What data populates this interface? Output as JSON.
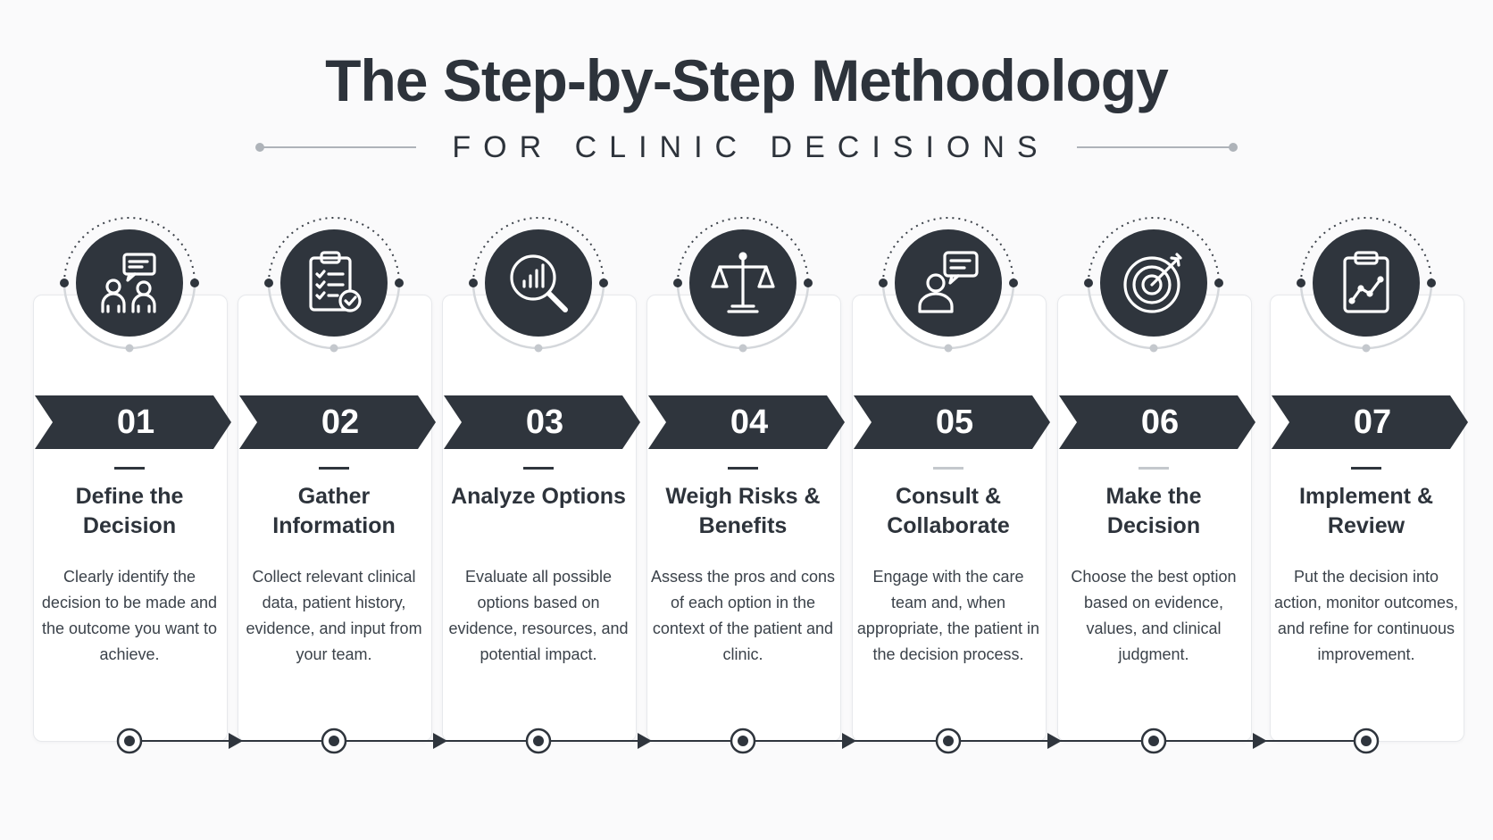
{
  "title": "The Step-by-Step Methodology",
  "subtitle": "FOR CLINIC DECISIONS",
  "colors": {
    "dark": "#2f353d",
    "text": "#2d333b",
    "accent_light": "#aeb3b9"
  },
  "steps": [
    {
      "number": "01",
      "title": "Define the Decision",
      "description": "Clearly identify the decision to be made and the outcome you want to achieve.",
      "icon": "team-discussion-icon"
    },
    {
      "number": "02",
      "title": "Gather Information",
      "description": "Collect relevant clinical data, patient history, evidence, and input from your team.",
      "icon": "clipboard-checklist-icon"
    },
    {
      "number": "03",
      "title": "Analyze Options",
      "description": "Evaluate all possible options based on evidence, resources, and potential impact.",
      "icon": "magnifier-chart-icon"
    },
    {
      "number": "04",
      "title": "Weigh Risks & Benefits",
      "description": "Assess the pros and cons of each option in the context of the patient and clinic.",
      "icon": "balance-scale-icon"
    },
    {
      "number": "05",
      "title": "Consult & Collaborate",
      "description": "Engage with the care team and, when appropriate, the patient in the decision process.",
      "icon": "person-speech-icon"
    },
    {
      "number": "06",
      "title": "Make the Decision",
      "description": "Choose the best option based on evidence, values, and clinical judgment.",
      "icon": "target-arrow-icon"
    },
    {
      "number": "07",
      "title": "Implement & Review",
      "description": "Put the decision into action, monitor outcomes, and refine for continuous improvement.",
      "icon": "clipboard-trend-icon"
    }
  ]
}
